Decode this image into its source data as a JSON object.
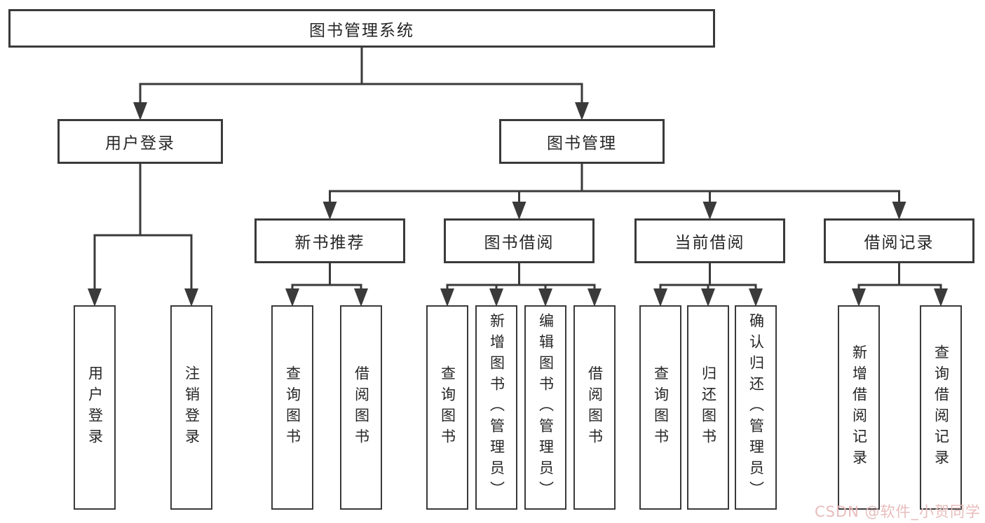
{
  "title": "图书管理系统",
  "nodes": [
    {
      "id": "root",
      "label": "图书管理系统",
      "orientation": "horizontal"
    },
    {
      "id": "login",
      "label": "用户登录",
      "orientation": "horizontal"
    },
    {
      "id": "mgmt",
      "label": "图书管理",
      "orientation": "horizontal"
    },
    {
      "id": "newbook",
      "label": "新书推荐",
      "orientation": "horizontal"
    },
    {
      "id": "borrowmod",
      "label": "图书借阅",
      "orientation": "horizontal"
    },
    {
      "id": "currentmod",
      "label": "当前借阅",
      "orientation": "horizontal"
    },
    {
      "id": "recordmod",
      "label": "借阅记录",
      "orientation": "horizontal"
    },
    {
      "id": "leaf-user-login",
      "label": "用户登录",
      "orientation": "vertical"
    },
    {
      "id": "leaf-user-logout",
      "label": "注销登录",
      "orientation": "vertical"
    },
    {
      "id": "leaf-new-query",
      "label": "查询图书",
      "orientation": "vertical"
    },
    {
      "id": "leaf-new-borrow",
      "label": "借阅图书",
      "orientation": "vertical"
    },
    {
      "id": "leaf-bor-query",
      "label": "查询图书",
      "orientation": "vertical"
    },
    {
      "id": "leaf-bor-add",
      "label": "新增图书（管理员）",
      "orientation": "vertical"
    },
    {
      "id": "leaf-bor-edit",
      "label": "编辑图书（管理员）",
      "orientation": "vertical"
    },
    {
      "id": "leaf-bor-borrow",
      "label": "借阅图书",
      "orientation": "vertical"
    },
    {
      "id": "leaf-cur-query",
      "label": "查询图书",
      "orientation": "vertical"
    },
    {
      "id": "leaf-cur-return",
      "label": "归还图书",
      "orientation": "vertical"
    },
    {
      "id": "leaf-cur-confirm",
      "label": "确认归还（管理员）",
      "orientation": "vertical"
    },
    {
      "id": "leaf-rec-add",
      "label": "新增借阅记录",
      "orientation": "vertical"
    },
    {
      "id": "leaf-rec-query",
      "label": "查询借阅记录",
      "orientation": "vertical"
    }
  ],
  "edges": [
    {
      "parent": "root",
      "children": [
        "login",
        "mgmt"
      ]
    },
    {
      "parent": "login",
      "children": [
        "leaf-user-login",
        "leaf-user-logout"
      ]
    },
    {
      "parent": "mgmt",
      "children": [
        "newbook",
        "borrowmod",
        "currentmod",
        "recordmod"
      ]
    },
    {
      "parent": "newbook",
      "children": [
        "leaf-new-query",
        "leaf-new-borrow"
      ]
    },
    {
      "parent": "borrowmod",
      "children": [
        "leaf-bor-query",
        "leaf-bor-add",
        "leaf-bor-edit",
        "leaf-bor-borrow"
      ]
    },
    {
      "parent": "currentmod",
      "children": [
        "leaf-cur-query",
        "leaf-cur-return",
        "leaf-cur-confirm"
      ]
    },
    {
      "parent": "recordmod",
      "children": [
        "leaf-rec-add",
        "leaf-rec-query"
      ]
    }
  ],
  "watermark": {
    "text": "CSDN @软件_小贺同学"
  },
  "colors": {
    "line": "#3a3a3a",
    "text": "#262626",
    "background": "#ffffff",
    "watermark": "#e9bcbc"
  }
}
